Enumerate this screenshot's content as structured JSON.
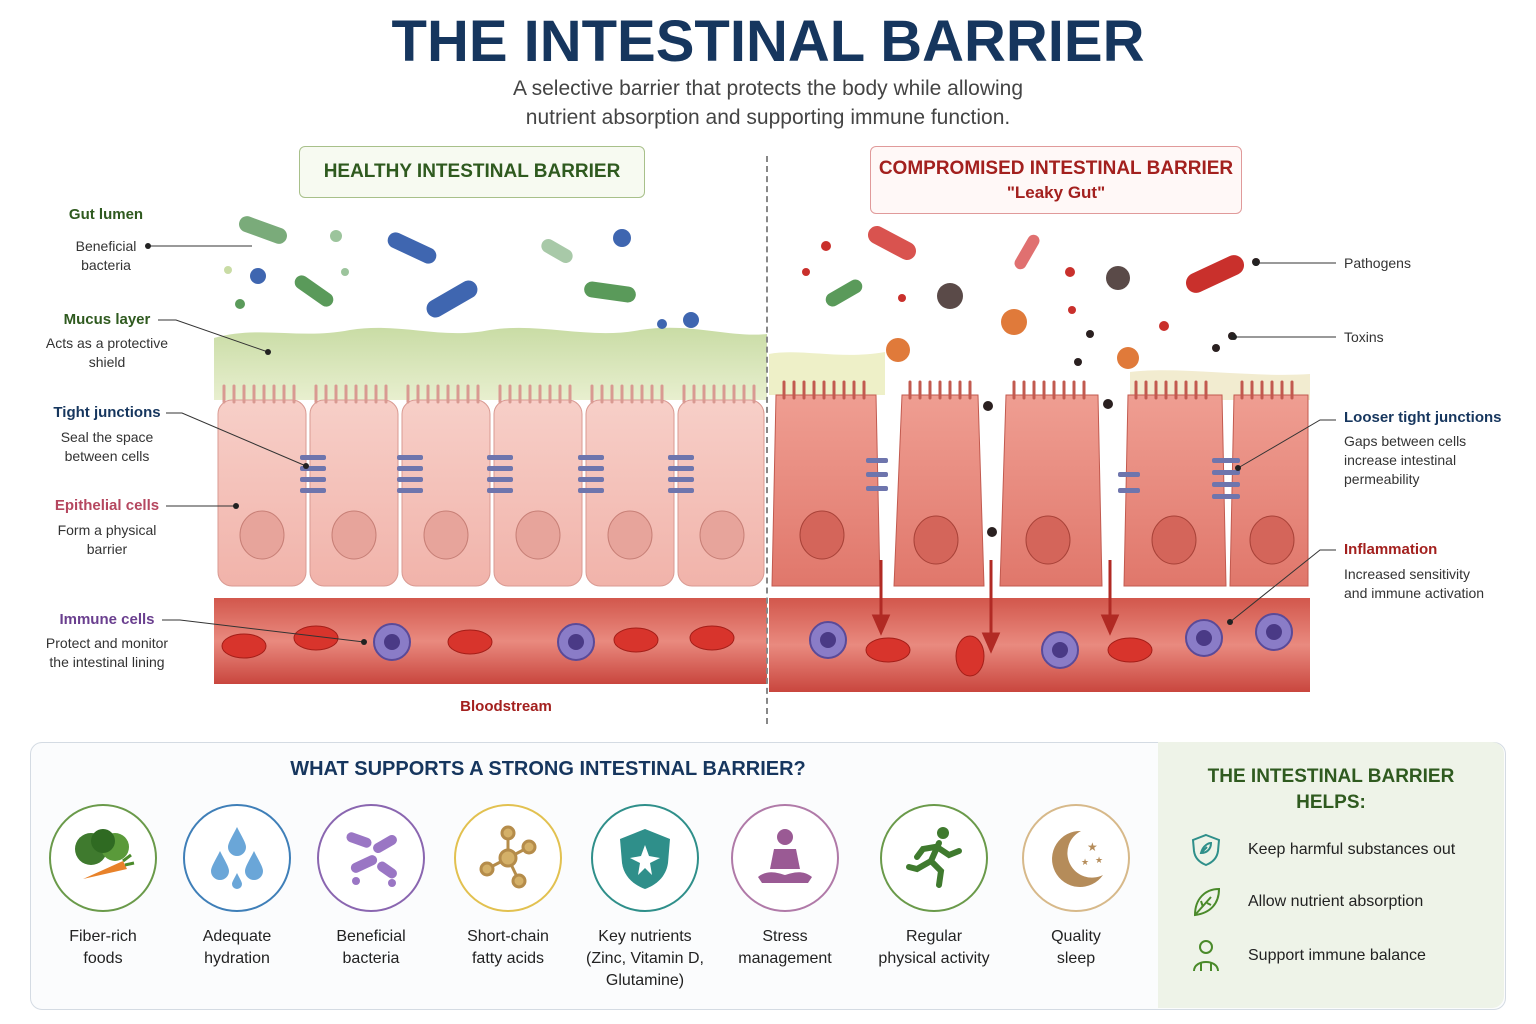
{
  "header": {
    "title": "THE INTESTINAL BARRIER",
    "subtitle_line1": "A selective barrier that protects the body while allowing",
    "subtitle_line2": "nutrient absorption and supporting immune function."
  },
  "panels": {
    "healthy": {
      "heading": "HEALTHY INTESTINAL BARRIER"
    },
    "compromised": {
      "heading": "COMPROMISED INTESTINAL BARRIER",
      "subheading": "\"Leaky Gut\""
    }
  },
  "left_labels": {
    "gut_lumen": "Gut lumen",
    "beneficial_bacteria": [
      "Beneficial",
      "bacteria"
    ],
    "mucus_layer": {
      "title": "Mucus layer",
      "desc": [
        "Acts as a protective",
        "shield"
      ]
    },
    "tight_junctions": {
      "title": "Tight junctions",
      "desc": [
        "Seal the space",
        "between cells"
      ]
    },
    "epithelial_cells": {
      "title": "Epithelial cells",
      "desc": [
        "Form a physical",
        "barrier"
      ]
    },
    "immune_cells": {
      "title": "Immune cells",
      "desc": [
        "Protect and monitor",
        "the intestinal lining"
      ]
    },
    "bloodstream": "Bloodstream"
  },
  "right_labels": {
    "pathogens": "Pathogens",
    "toxins": "Toxins",
    "looser_tight_junctions": {
      "title": "Looser tight junctions",
      "desc": [
        "Gaps between cells",
        "increase intestinal",
        "permeability"
      ]
    },
    "inflammation": {
      "title": "Inflammation",
      "desc": [
        "Increased sensitivity",
        "and immune activation"
      ]
    }
  },
  "support": {
    "title": "WHAT SUPPORTS A STRONG INTESTINAL BARRIER?",
    "items": [
      {
        "label": [
          "Fiber-rich",
          "foods"
        ],
        "icon": "vegetables-icon",
        "color": "#6a9a4a"
      },
      {
        "label": [
          "Adequate",
          "hydration"
        ],
        "icon": "water-drops-icon",
        "color": "#3f7fb8"
      },
      {
        "label": [
          "Beneficial",
          "bacteria"
        ],
        "icon": "bacteria-icon",
        "color": "#8a66b0"
      },
      {
        "label": [
          "Short-chain",
          "fatty acids"
        ],
        "icon": "molecule-icon",
        "color": "#e2c150"
      },
      {
        "label": [
          "Key nutrients",
          "(Zinc, Vitamin D,",
          "Glutamine)"
        ],
        "icon": "shield-star-icon",
        "color": "#2f8f8a"
      },
      {
        "label": [
          "Stress",
          "management"
        ],
        "icon": "meditation-icon",
        "color": "#b07aa8"
      },
      {
        "label": [
          "Regular",
          "physical activity"
        ],
        "icon": "runner-icon",
        "color": "#6a9a4a"
      },
      {
        "label": [
          "Quality",
          "sleep"
        ],
        "icon": "moon-stars-icon",
        "color": "#d7b98a"
      }
    ]
  },
  "helps": {
    "title_line1": "THE INTESTINAL BARRIER",
    "title_line2": "HELPS:",
    "items": [
      {
        "text": "Keep harmful substances out",
        "icon": "shield-leaf-icon"
      },
      {
        "text": "Allow nutrient absorption",
        "icon": "leaf-icon"
      },
      {
        "text": "Support immune balance",
        "icon": "person-icon"
      }
    ]
  },
  "colors": {
    "title": "#16365e",
    "healthy": "#2f5a1f",
    "compromised": "#a3201e",
    "tight_junction": "#16365e",
    "epithelial": "#b5475f",
    "immune": "#6a3f8f"
  }
}
